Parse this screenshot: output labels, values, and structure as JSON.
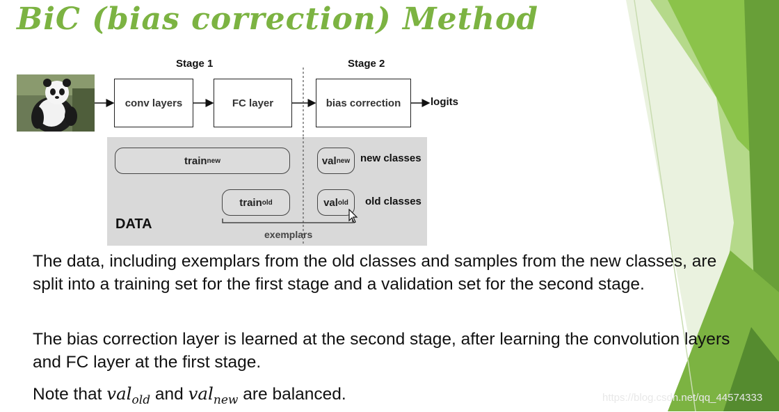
{
  "title": "BiC (bias correction) Method",
  "diagram": {
    "stage1_label": "Stage 1",
    "stage2_label": "Stage 2",
    "boxes": {
      "conv": "conv layers",
      "fc": "FC layer",
      "bias": "bias correction"
    },
    "output_label": "logits",
    "data": {
      "label": "DATA",
      "train_new": {
        "base": "train",
        "sub": "new"
      },
      "train_old": {
        "base": "train",
        "sub": "old"
      },
      "val_new": {
        "base": "val",
        "sub": "new"
      },
      "val_old": {
        "base": "val",
        "sub": "old"
      },
      "new_classes": "new classes",
      "old_classes": "old classes",
      "exemplars": "exemplars"
    }
  },
  "paragraphs": {
    "p1": "The data, including exemplars from the old classes and samples from the new classes, are split into a training set for the first stage and a validation set for the second stage.",
    "p2": "The bias correction layer is learned at the second stage, after learning the convolution layers and FC layer at the first stage.",
    "p3": {
      "prefix": "Note that ",
      "math1": {
        "base": "val",
        "sub": "old"
      },
      "mid": " and ",
      "math2": {
        "base": "val",
        "sub": "new"
      },
      "suffix": " are balanced."
    }
  },
  "watermark": "https://blog.csdn.net/qq_44574333",
  "colors": {
    "title_green": "#7cb342",
    "deco_green_light": "#9ccc65",
    "deco_green_dark": "#558b2f"
  }
}
